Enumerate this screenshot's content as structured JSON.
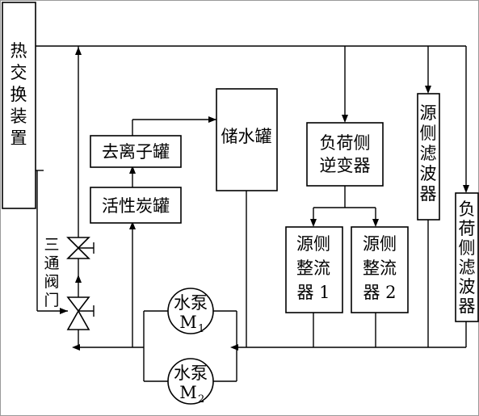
{
  "diagram": {
    "heat_exchanger": [
      "热",
      "交",
      "换",
      "装",
      "置"
    ],
    "three_way_valve": [
      "三",
      "通",
      "阀",
      "门"
    ],
    "deionization_tank": "去离子罐",
    "activated_carbon_tank": "活性炭罐",
    "water_storage_tank": "储水罐",
    "load_side_inverter": [
      "负荷侧",
      "逆变器"
    ],
    "source_side_filter": [
      "源",
      "侧",
      "滤",
      "波",
      "器"
    ],
    "load_side_filter": [
      "负",
      "荷",
      "侧",
      "滤",
      "波",
      "器"
    ],
    "source_rectifier_1": [
      "源侧",
      "整流",
      "器 1"
    ],
    "source_rectifier_2": [
      "源侧",
      "整流",
      "器 2"
    ],
    "pump_1": {
      "name": "水泵",
      "label": "M",
      "sub": "1"
    },
    "pump_2": {
      "name": "水泵",
      "label": "M",
      "sub": "2"
    }
  }
}
